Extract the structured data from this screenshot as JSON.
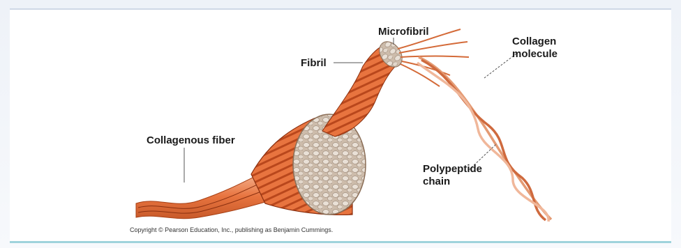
{
  "diagram": {
    "labels": {
      "microfibril": "Microfibril",
      "fibril": "Fibril",
      "collagen_molecule_line1": "Collagen",
      "collagen_molecule_line2": "molecule",
      "collagenous_fiber": "Collagenous fiber",
      "polypeptide_chain_line1": "Polypeptide",
      "polypeptide_chain_line2": "chain"
    },
    "credit": "Copyright © Pearson Education, Inc., publishing as Benjamin Cummings.",
    "colors": {
      "fiber_orange": "#e8743f",
      "fiber_dark": "#b9471c",
      "fiber_light": "#f3b08c",
      "cross_section": "#c9b8a8",
      "cross_section_cell": "#e6dcd2",
      "leader_line": "#555555"
    }
  }
}
